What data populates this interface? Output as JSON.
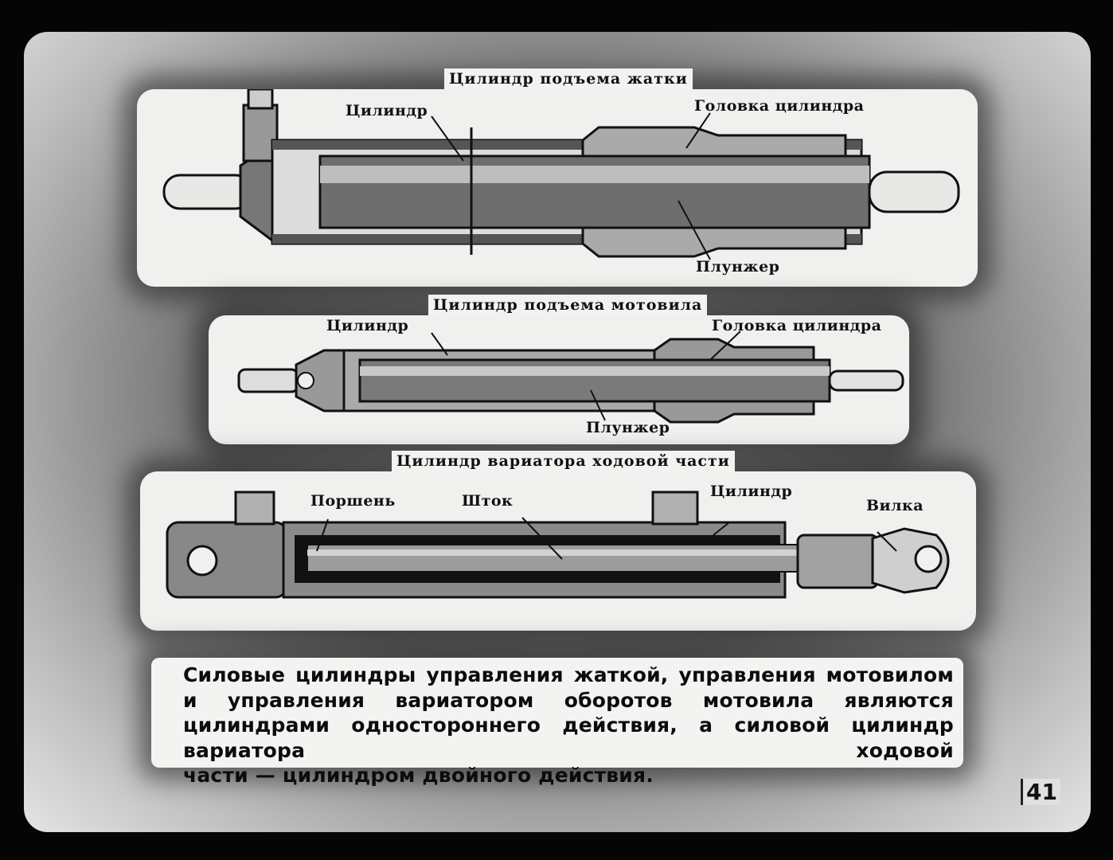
{
  "diagrams": {
    "header_lift": {
      "title": "Цилиндр подъема жатки",
      "labels": {
        "cylinder": "Цилиндр",
        "head": "Головка цилиндра",
        "plunger": "Плунжер"
      }
    },
    "reel_lift": {
      "title": "Цилиндр подъема мотовила",
      "labels": {
        "cylinder": "Цилиндр",
        "head": "Головка цилиндра",
        "plunger": "Плунжер"
      }
    },
    "variator": {
      "title": "Цилиндр вариатора ходовой части",
      "labels": {
        "piston": "Поршень",
        "rod": "Шток",
        "cylinder": "Цилиндр",
        "fork": "Вилка"
      }
    }
  },
  "caption": {
    "line1": "Силовые цилиндры управления жаткой, управления мотовилом",
    "line2": "и управления вариатором оборотов мотовила являются цилиндрами",
    "line3": "одностороннего действия, а силовой цилиндр вариатора ходовой",
    "line4": "части — цилиндром двойного действия."
  },
  "page_number": "41"
}
